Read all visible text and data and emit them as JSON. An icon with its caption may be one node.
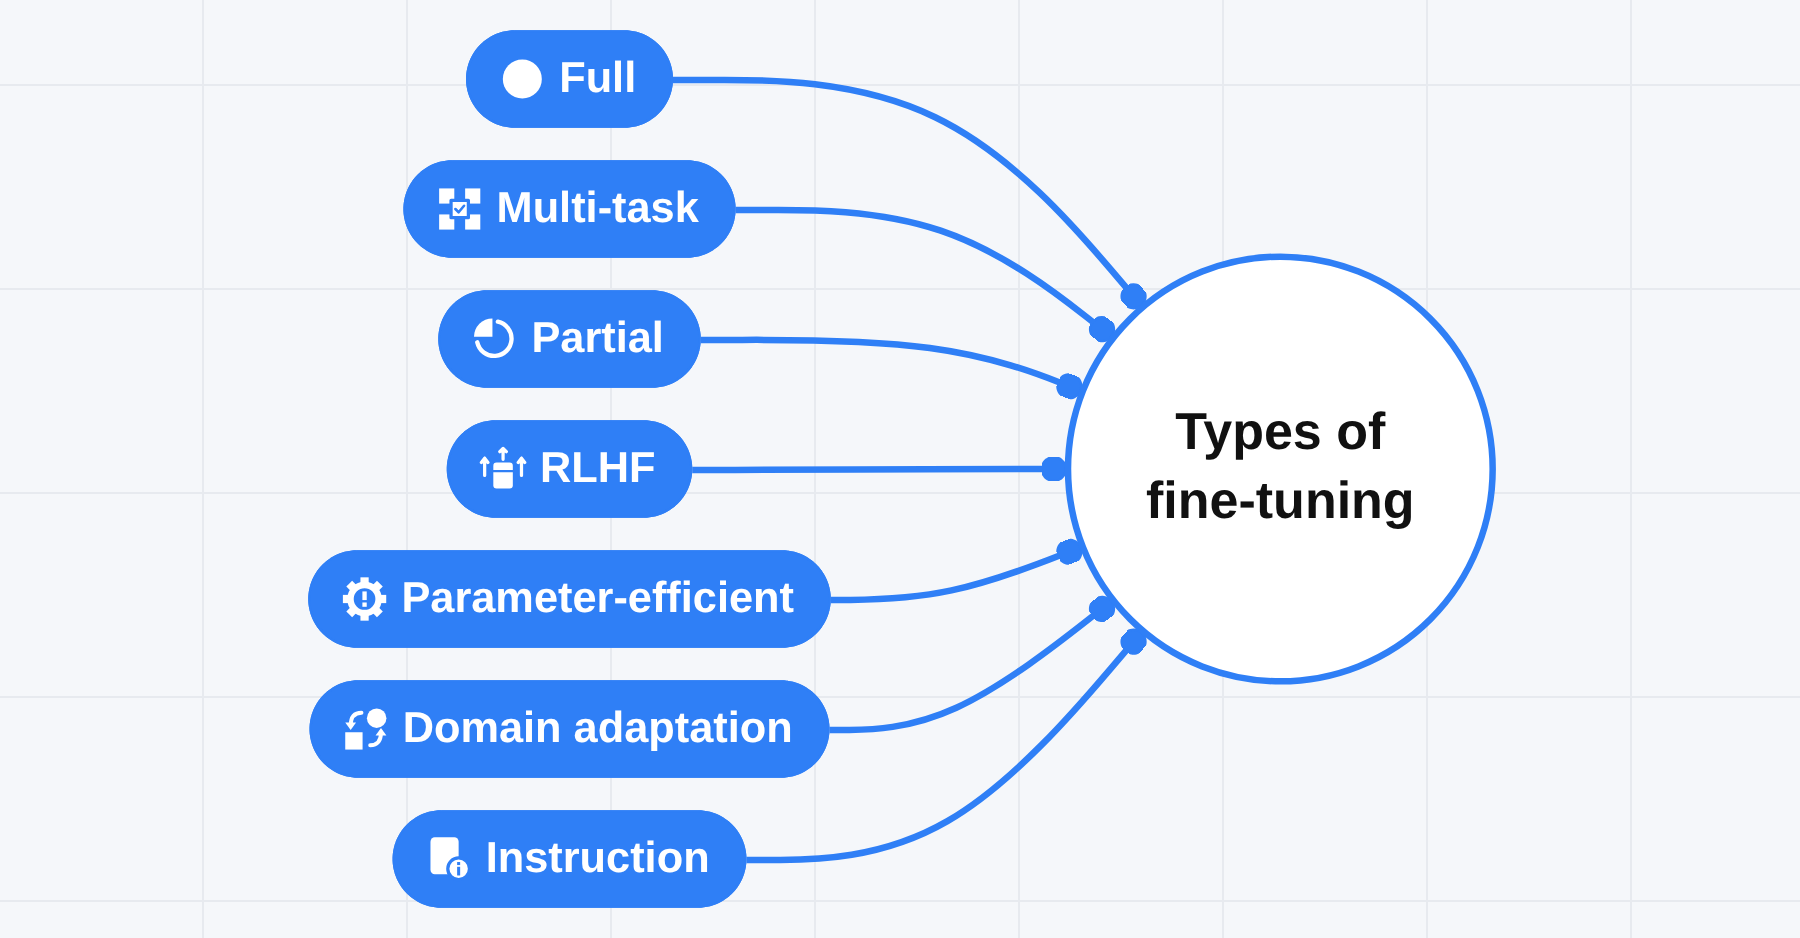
{
  "diagram": {
    "nodes": [
      {
        "text": [
          "Types of fine-tuning"
        ]
      },
      {
        "text": [
          "Full"
        ]
      },
      {
        "text": [
          "Multi-task"
        ]
      },
      {
        "text": [
          "Partial"
        ]
      },
      {
        "text": [
          "RLHF"
        ]
      },
      {
        "text": [
          "Parameter-efficient"
        ]
      },
      {
        "text": [
          "Domain adaptation"
        ]
      },
      {
        "text": [
          "Instruction"
        ]
      }
    ],
    "edges": [
      {
        "from": 1,
        "to": 0,
        "arrow": "other"
      },
      {
        "from": 2,
        "to": 0,
        "arrow": "other"
      },
      {
        "from": 3,
        "to": 0,
        "arrow": "other"
      },
      {
        "from": 4,
        "to": 0,
        "arrow": "other"
      },
      {
        "from": 5,
        "to": 0,
        "arrow": "other"
      },
      {
        "from": 6,
        "to": 0,
        "arrow": "other"
      },
      {
        "from": 7,
        "to": 0,
        "arrow": "other"
      }
    ]
  }
}
